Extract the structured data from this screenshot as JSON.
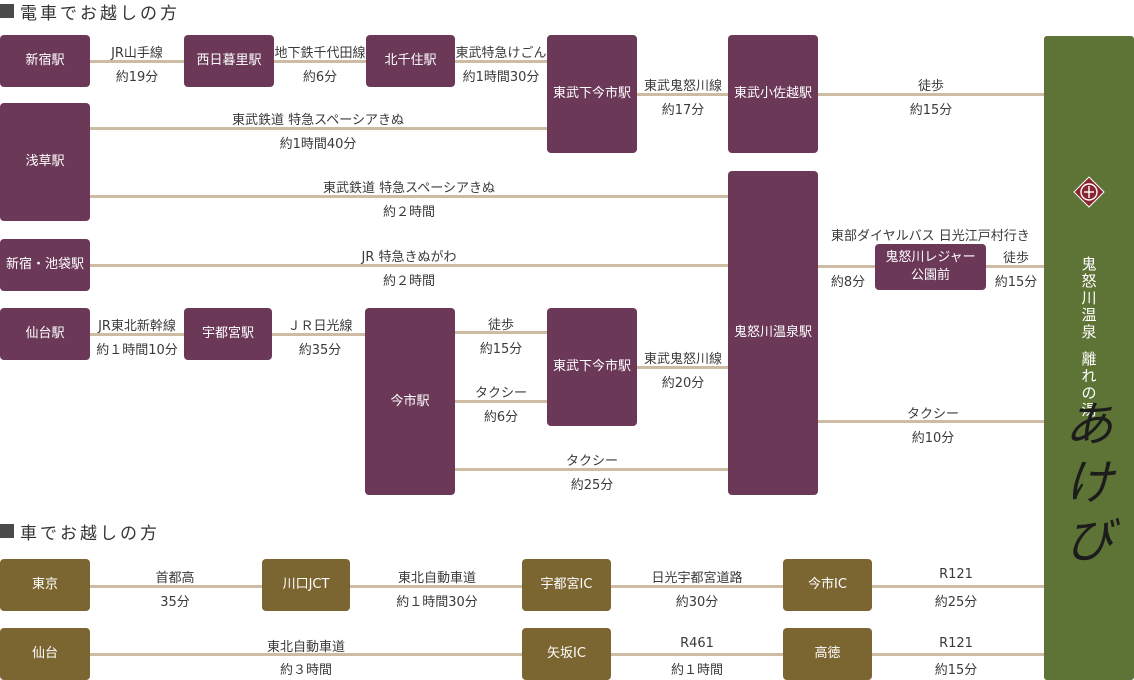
{
  "train_section": {
    "heading": "電車でお越しの方",
    "stations": {
      "shinjuku": "新宿駅",
      "nishinippori": "西日暮里駅",
      "kitasenju": "北千住駅",
      "tobu_shimoimaichi_top": "東武下今市駅",
      "tobu_kosagoe": "東武小佐越駅",
      "asakusa": "浅草駅",
      "kinugawa_onsen": "鬼怒川温泉駅",
      "shinjuku_ikebukuro": "新宿・池袋駅",
      "kinugawa_leisure": "鬼怒川レジャー\n公園前",
      "sendai": "仙台駅",
      "utsunomiya": "宇都宮駅",
      "imaichi": "今市駅",
      "tobu_shimoimaichi_mid": "東武下今市駅"
    },
    "routes": {
      "r1_line": "JR山手線",
      "r1_time": "約19分",
      "r2_line": "地下鉄千代田線",
      "r2_time": "約6分",
      "r3_line": "東武特急けごん",
      "r3_time": "約1時間30分",
      "r4_line": "東武鬼怒川線",
      "r4_time": "約17分",
      "r5_line": "徒歩",
      "r5_time": "約15分",
      "r6_line": "東武鉄道 特急スペーシアきぬ",
      "r6_time": "約1時間40分",
      "r7_line": "東武鉄道 特急スペーシアきぬ",
      "r7_time": "約２時間",
      "r8_line": "JR 特急きぬがわ",
      "r8_time": "約２時間",
      "r9_bus": "東部ダイヤルバス 日光江戸村行き",
      "r9_time": "約8分",
      "r10_line": "徒歩",
      "r10_time": "約15分",
      "r11_line": "JR東北新幹線",
      "r11_time": "約１時間10分",
      "r12_line": "ＪＲ日光線",
      "r12_time": "約35分",
      "r13_line": "徒歩",
      "r13_time": "約15分",
      "r14_line": "タクシー",
      "r14_time": "約6分",
      "r15_line": "東武鬼怒川線",
      "r15_time": "約20分",
      "r16_line": "タクシー",
      "r16_time": "約25分",
      "r17_line": "タクシー",
      "r17_time": "約10分"
    }
  },
  "car_section": {
    "heading": "車でお越しの方",
    "nodes": {
      "tokyo": "東京",
      "kawaguchi": "川口JCT",
      "utsunomiya_ic": "宇都宮IC",
      "imaichi_ic": "今市IC",
      "sendai": "仙台",
      "yaita_ic": "矢坂IC",
      "takatoku": "高徳"
    },
    "routes": {
      "c1_road": "首都高",
      "c1_time": "35分",
      "c2_road": "東北自動車道",
      "c2_time": "約１時間30分",
      "c3_road": "日光宇都宮道路",
      "c3_time": "約30分",
      "c4_road": "R121",
      "c4_time": "約25分",
      "c5_road": "東北自動車道",
      "c5_time": "約３時間",
      "c6_road": "R461",
      "c6_time": "約１時間",
      "c7_road": "R121",
      "c7_time": "約15分"
    }
  },
  "destination": {
    "vertical_name": [
      "鬼",
      "怒",
      "川",
      "温",
      "泉",
      "",
      "離",
      "れ",
      "の",
      "湯"
    ],
    "logo_name": [
      "あ",
      "け",
      "び"
    ],
    "crest_icon": "kanji-crest-icon"
  },
  "colors": {
    "train_box": "#6b3857",
    "car_box": "#7b6530",
    "destination": "#5e7437",
    "connector": "#cdbba3"
  }
}
